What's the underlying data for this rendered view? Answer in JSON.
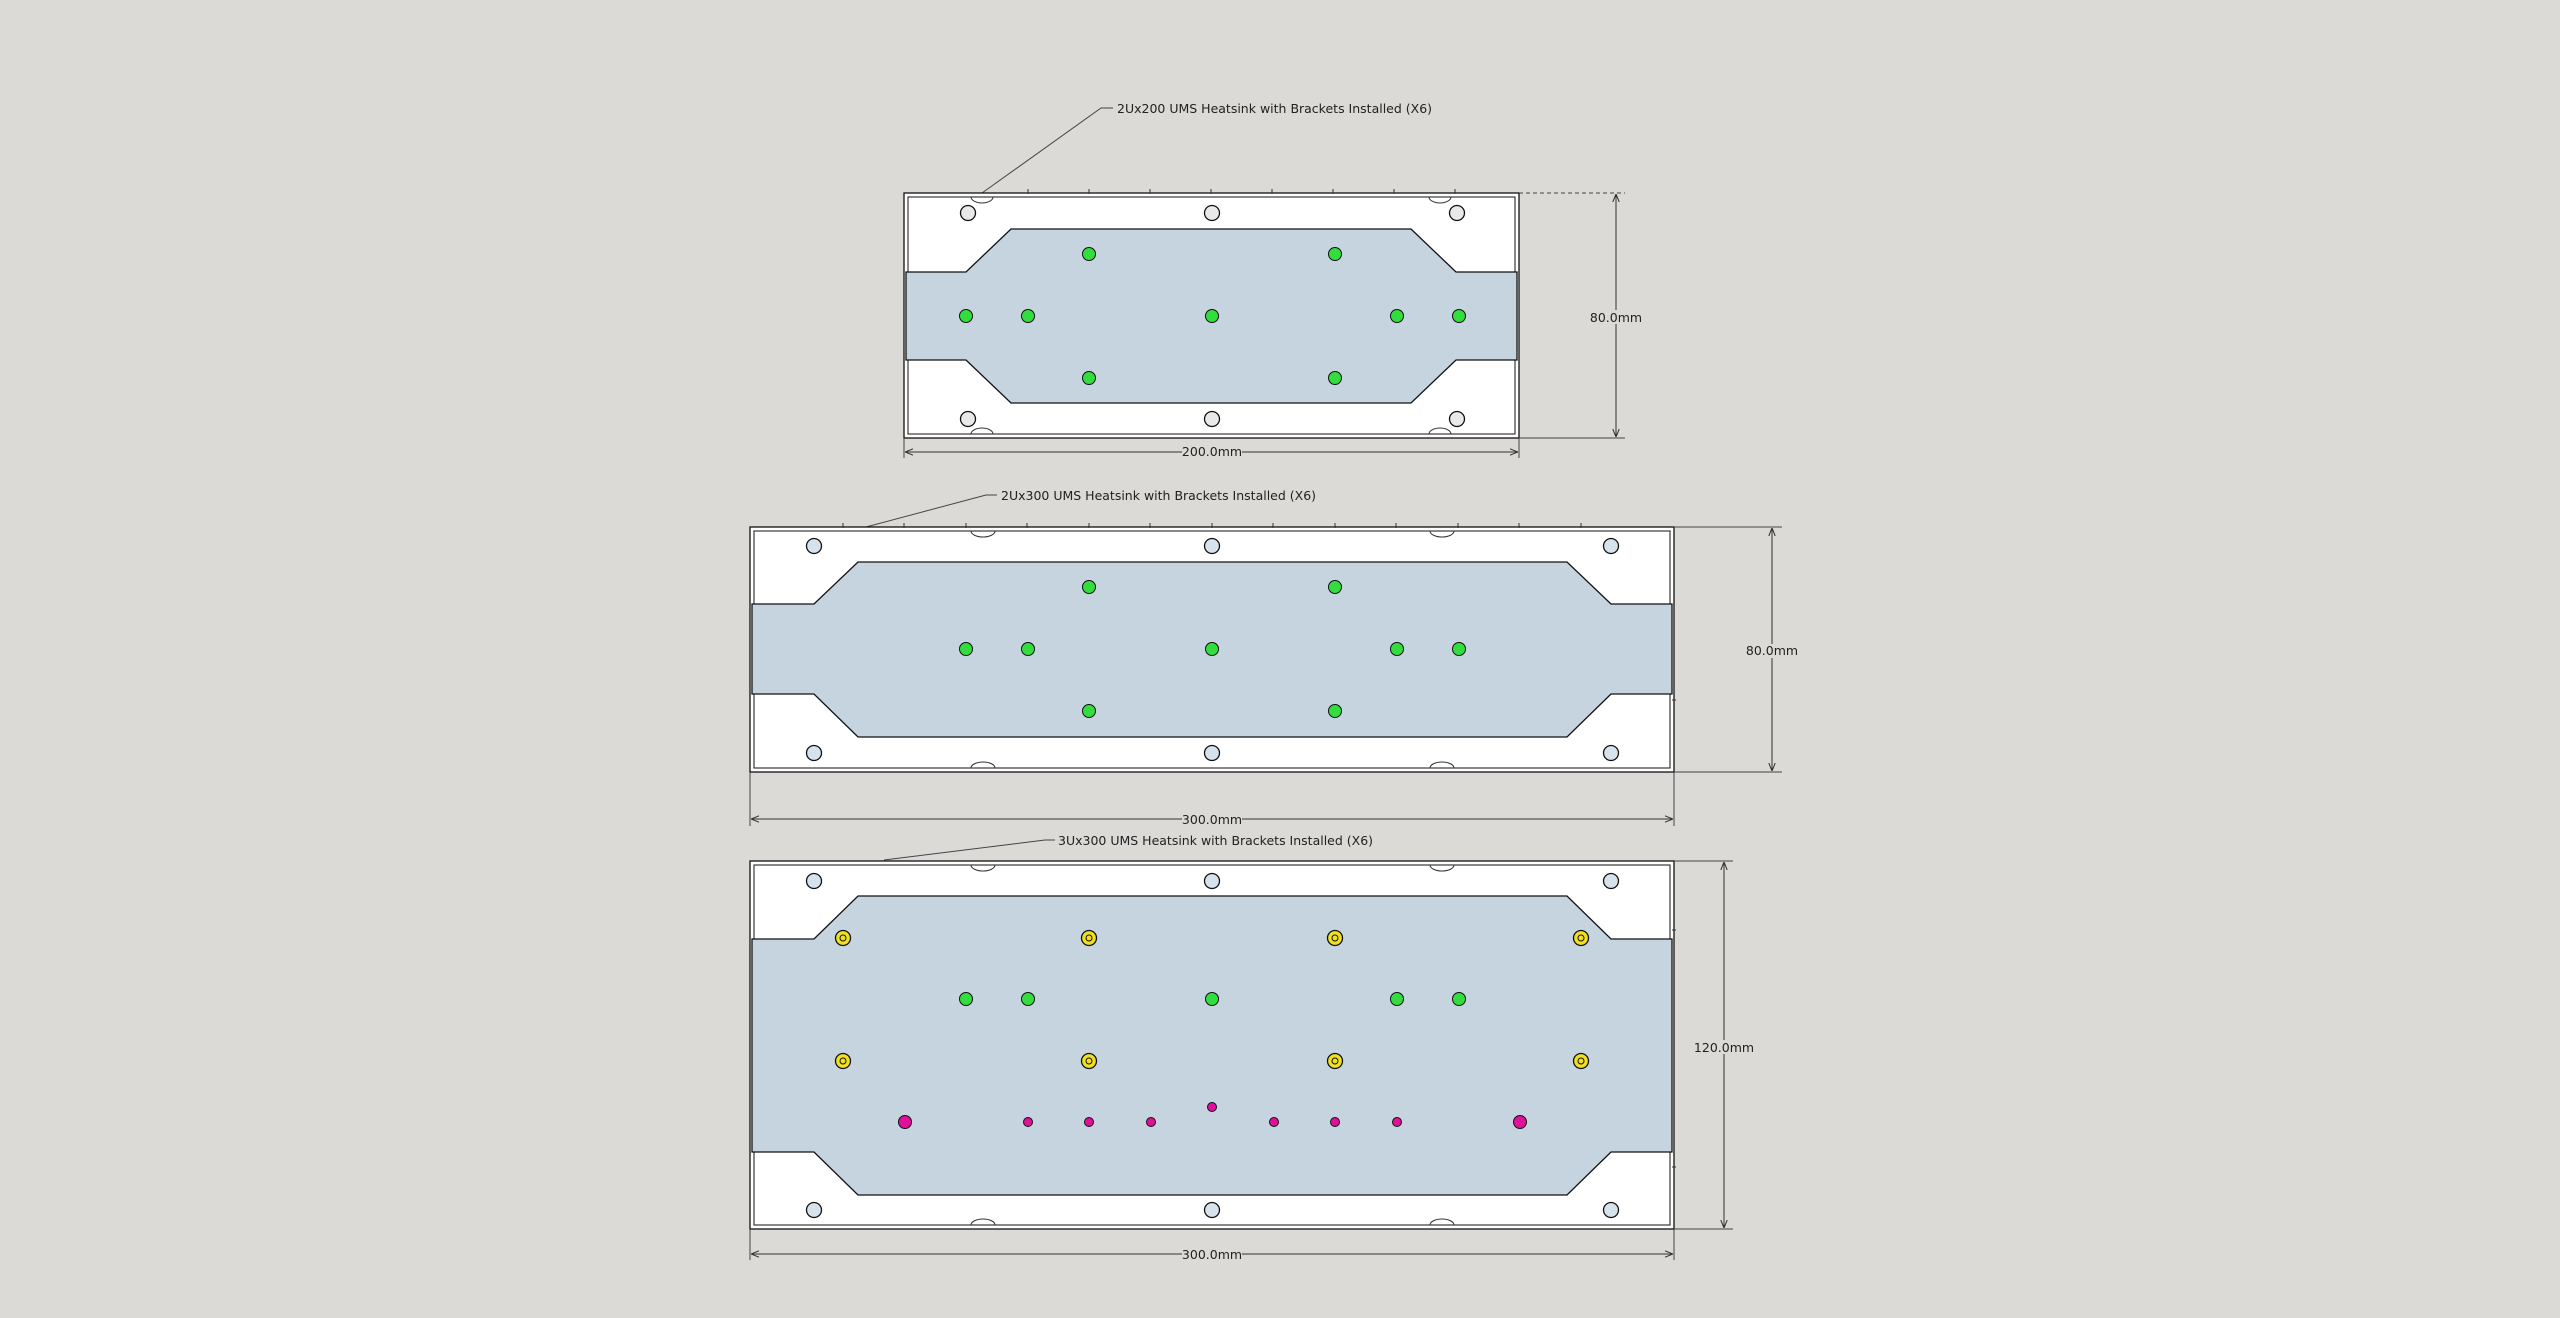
{
  "colors": {
    "background": "#dbdad7",
    "plate": "#c5d4df",
    "bracket": "#ffffff",
    "outline": "#111111",
    "hole_green": "#33dd3d",
    "hole_yellow": "#f0e020",
    "hole_magenta": "#e0109a",
    "hole_white": "#e9e9e9",
    "hole_blue": "#d6e2ec"
  },
  "drawings": [
    {
      "callout": "2Ux200 UMS Heatsink with Brackets Installed (X6)",
      "width_dimension": "200.0mm",
      "height_dimension": "80.0mm",
      "mount_hole_style": "white",
      "hole_pattern": "2U green"
    },
    {
      "callout": "2Ux300 UMS Heatsink with Brackets Installed (X6)",
      "width_dimension": "300.0mm",
      "height_dimension": "80.0mm",
      "mount_hole_style": "blue",
      "hole_pattern": "2U green"
    },
    {
      "callout": "3Ux300 UMS Heatsink with Brackets Installed (X6)",
      "width_dimension": "300.0mm",
      "height_dimension": "120.0mm",
      "mount_hole_style": "blue",
      "hole_pattern": "3U green, yellow and magenta"
    }
  ]
}
